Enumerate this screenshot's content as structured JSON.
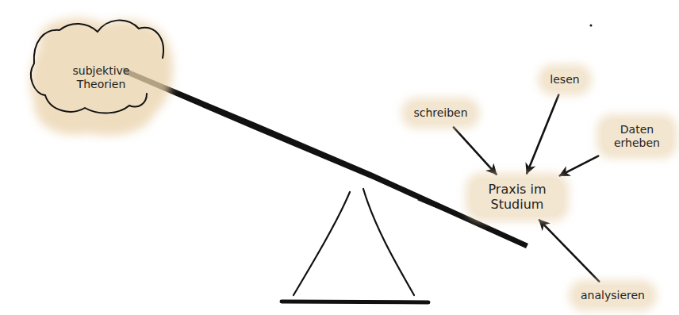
{
  "diagram": {
    "nodes": [
      {
        "text": [
          "subjektive Theorien"
        ]
      },
      {
        "text": [
          "schreiben"
        ]
      },
      {
        "text": [
          "lesen"
        ]
      },
      {
        "text": [
          "Daten erheben"
        ]
      },
      {
        "text": [
          "Praxis im Studium"
        ]
      },
      {
        "text": [
          "analysieren"
        ]
      }
    ],
    "edges": [
      {
        "from": 1,
        "to": 4,
        "arrow": "to"
      },
      {
        "from": 2,
        "to": 4,
        "arrow": "to"
      },
      {
        "from": 3,
        "to": 4,
        "arrow": "to"
      },
      {
        "from": 5,
        "to": 4,
        "arrow": "to"
      }
    ]
  }
}
